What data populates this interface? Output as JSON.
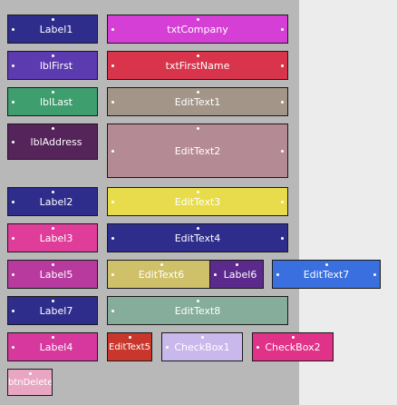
{
  "controls": {
    "label1": "Label1",
    "txtCompany": "txtCompany",
    "lblFirst": "lblFirst",
    "txtFirstName": "txtFirstName",
    "lblLast": "lblLast",
    "editText1": "EditText1",
    "lblAddress": "lblAddress",
    "editText2": "EditText2",
    "label2": "Label2",
    "editText3": "EditText3",
    "label3": "Label3",
    "editText4": "EditText4",
    "label5": "Label5",
    "editText6": "EditText6",
    "label6": "Label6",
    "editText7": "EditText7",
    "label7": "Label7",
    "editText8": "EditText8",
    "label4": "Label4",
    "editText5": "EditText5",
    "checkBox1": "CheckBox1",
    "checkBox2": "CheckBox2",
    "btnDelete": "btnDelete"
  },
  "colors": {
    "label1": "#2f2d8c",
    "txtCompany": "#d63fd6",
    "lblFirst": "#5c3ab0",
    "txtFirstName": "#d8344c",
    "lblLast": "#3e9e6e",
    "editText1": "#a39688",
    "lblAddress": "#55245a",
    "editText2": "#b48a95",
    "label2": "#2f2d8c",
    "editText3": "#e8dc4c",
    "label3": "#e03d9a",
    "editText4": "#2f2d8c",
    "label5": "#b83a9e",
    "editText6": "#cfc06a",
    "label6": "#5c2a8c",
    "editText7": "#3a6fe0",
    "label7": "#2f2d8c",
    "editText8": "#86ad9c",
    "label4": "#d6389e",
    "editText5": "#c8362c",
    "checkBox1": "#c9b8ec",
    "checkBox2": "#e03288",
    "btnDelete": "#e8a6c2"
  }
}
